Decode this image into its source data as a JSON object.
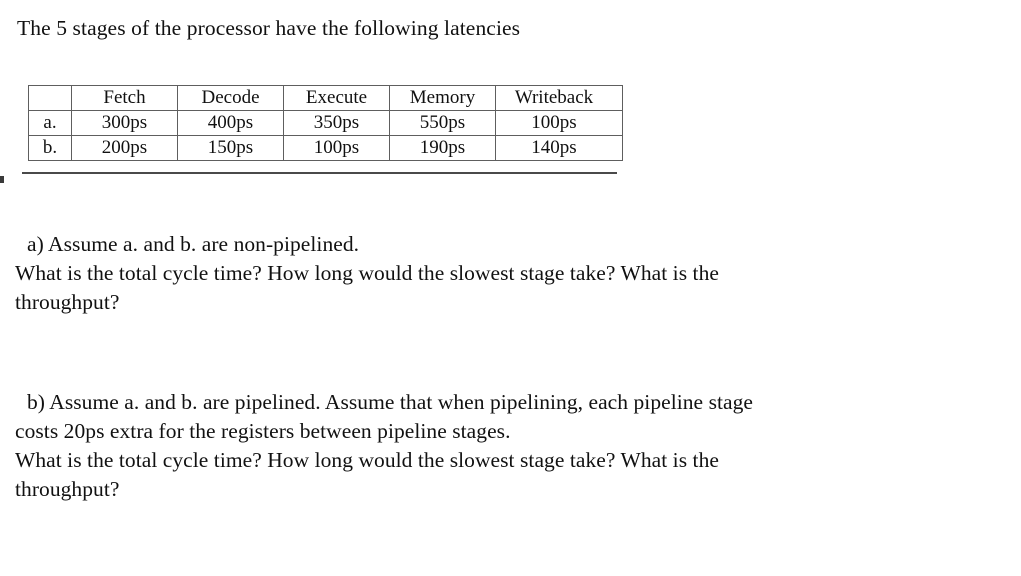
{
  "document": {
    "heading": "The 5 stages of the processor have the following latencies",
    "table": {
      "corner_label": "",
      "columns": [
        "Fetch",
        "Decode",
        "Execute",
        "Memory",
        "Writeback"
      ],
      "rows": [
        {
          "label": "a.",
          "values": [
            "300ps",
            "400ps",
            "350ps",
            "550ps",
            "100ps"
          ]
        },
        {
          "label": "b.",
          "values": [
            "200ps",
            "150ps",
            "100ps",
            "190ps",
            "140ps"
          ]
        }
      ]
    },
    "question_a": {
      "line1": "a) Assume a. and b. are non-pipelined.",
      "line2": "What is the total cycle time? How long would the slowest stage take? What is the",
      "line3": "throughput?"
    },
    "question_b": {
      "line1": "b) Assume a. and b. are pipelined. Assume that when pipelining, each pipeline stage",
      "line2": "costs 20ps extra for the registers between pipeline stages.",
      "line3": "What is the total cycle time? How long would the slowest stage take? What is the",
      "line4": "throughput?"
    }
  },
  "colors": {
    "background": "#ffffff",
    "text": "#111111",
    "table_border": "#5e5e5e",
    "rule": "#4a4a4a"
  }
}
